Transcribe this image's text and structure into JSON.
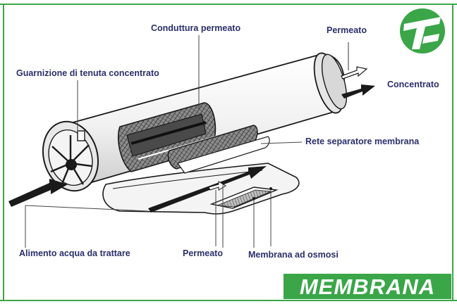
{
  "labels": {
    "conduttura_permeato": "Conduttura permeato",
    "permeato_top": "Permeato",
    "guarnizione": "Guarnizione di tenuta concentrato",
    "concentrato": "Concentrato",
    "rete_separatore": "Rete separatore membrana",
    "alimento": "Alimento acqua da trattare",
    "permeato_bottom": "Permeato",
    "membrana_osmosi": "Membrana ad osmosi"
  },
  "banner": {
    "text": "MEMBRANA"
  },
  "colors": {
    "brand_green": "#3aa648",
    "label_navy": "#2b2f6b",
    "ink": "#1a1a1a"
  },
  "logo": {
    "icon": "tl-logo-icon"
  }
}
